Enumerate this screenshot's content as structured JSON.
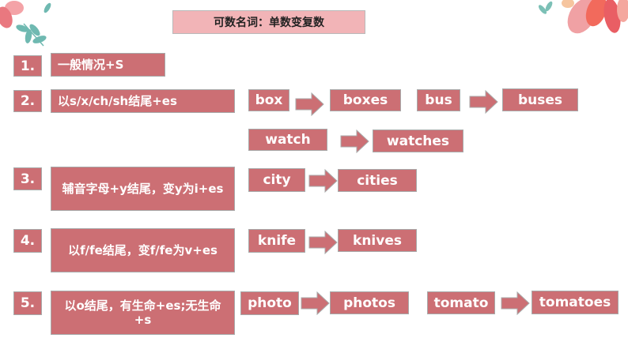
{
  "title": "可数名词：单数变复数",
  "rules": [
    {
      "num": "1.",
      "text": "一般情况+S"
    },
    {
      "num": "2.",
      "text": "以s/x/ch/sh结尾+es"
    },
    {
      "num": "3.",
      "text": "辅音字母+y结尾，变y为i+es"
    },
    {
      "num": "4.",
      "text": "以f/fe结尾，变f/fe为v+es"
    },
    {
      "num": "5.",
      "text": "以o结尾，有生命+es;无生命+s"
    }
  ],
  "examples": {
    "box": "box",
    "boxes": "boxes",
    "bus": "bus",
    "buses": "buses",
    "watch": "watch",
    "watches": "watches",
    "city": "city",
    "cities": "cities",
    "knife": "knife",
    "knives": "knives",
    "photo": "photo",
    "photos": "photos",
    "tomato": "tomato",
    "tomatoes": "tomatoes"
  },
  "colors": {
    "box": "#cc6f74",
    "title": "#f2b4b7"
  },
  "icons": {
    "arrow": "right-arrow-icon",
    "decor": "leaf-flower-decoration"
  }
}
